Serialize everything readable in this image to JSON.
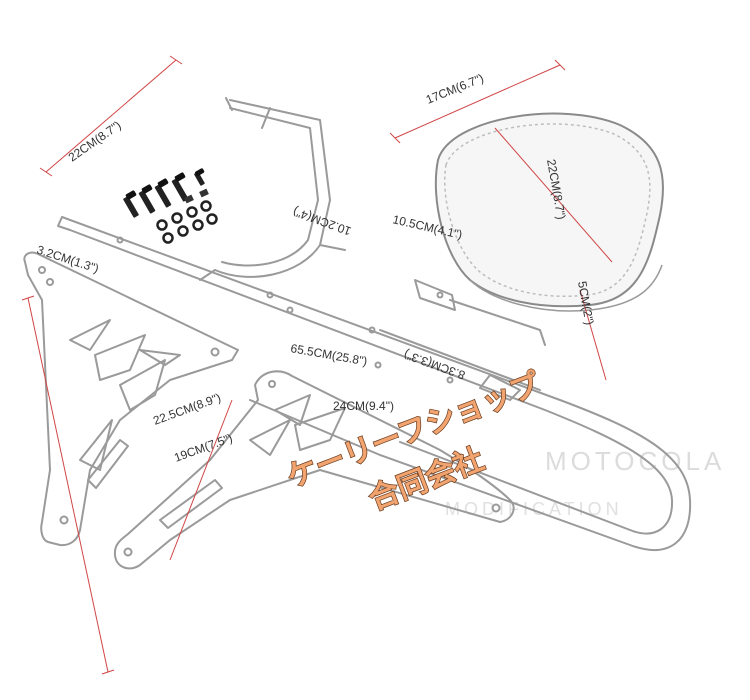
{
  "dimensions": {
    "d_22cm_top": "22CM(8.7\")",
    "d_17cm": "17CM(6.7\")",
    "d_22cm_pad": "22CM(8.7\")",
    "d_105": "10.5CM(4.1\")",
    "d_102": "10.2CM(4\")",
    "d_32": "3.2CM(1.3\")",
    "d_5cm": "5CM(2\")",
    "d_83": "8.3CM(3.3\")",
    "d_655": "65.5CM(25.8\")",
    "d_225": "22.5CM(8.9\")",
    "d_24": "24CM(9.4\")",
    "d_19": "19CM(7.5\")"
  },
  "watermark": {
    "line1": "ケーリーフショップ",
    "line2": "合同会社"
  },
  "background_logo": {
    "brand": "MOTOCOLA",
    "subtitle": "MODIFICATION"
  },
  "colors": {
    "line": "#9a9a9a",
    "dim_line": "#d04545",
    "watermark_fill": "#f1a46f",
    "watermark_stroke": "#6a3a1b"
  }
}
